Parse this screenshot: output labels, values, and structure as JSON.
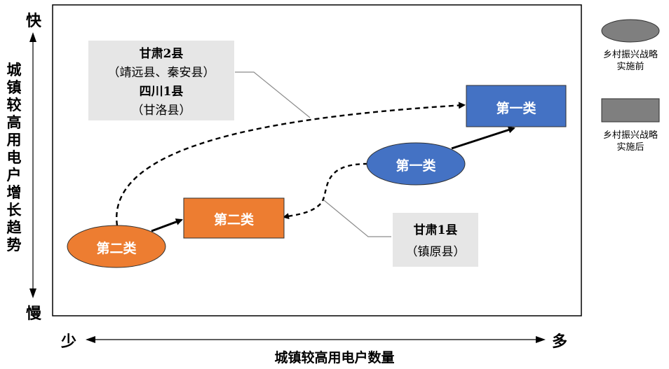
{
  "y_axis": {
    "label": "城镇较高用电户增长趋势",
    "top": "快",
    "bottom": "慢"
  },
  "x_axis": {
    "label": "城镇较高用电户数量",
    "left": "少",
    "right": "多"
  },
  "nodes": {
    "ellipse_class2": "第二类",
    "rect_class2": "第二类",
    "ellipse_class1": "第一类",
    "rect_class1": "第一类"
  },
  "notes": {
    "top": {
      "l1": "甘肃2县",
      "l2": "（靖远县、秦安县）",
      "l3": "四川1县",
      "l4": "（甘洛县）"
    },
    "bottom": {
      "l1": "甘肃1县",
      "l2": "（镇原县）"
    }
  },
  "legend": {
    "before": "乡村振兴战略实施前",
    "after": "乡村振兴战略实施后"
  },
  "colors": {
    "orange": "#ED7D31",
    "blue": "#4472C4",
    "legend_gray": "#7f7f7f",
    "note_bg": "#e6e6e6"
  }
}
